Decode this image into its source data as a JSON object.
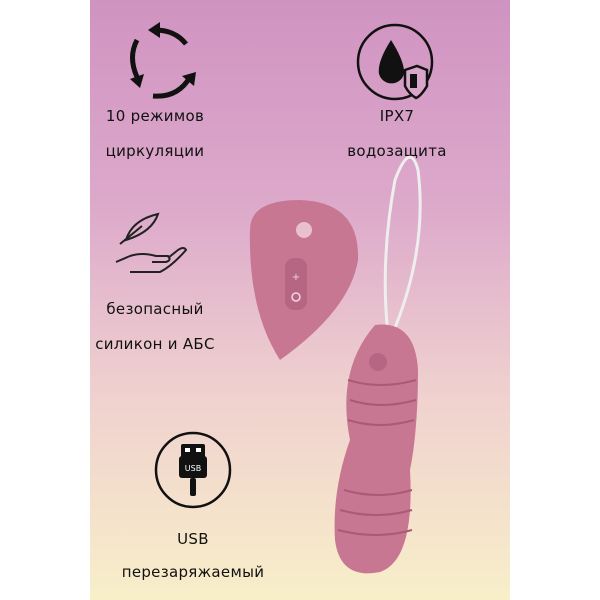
{
  "features": [
    {
      "icon": "cycle-arrows-icon",
      "line1": "10 режимов",
      "line2": "циркуляции"
    },
    {
      "icon": "water-drop-shield-icon",
      "line1": "IPX7",
      "line2": "водозащита"
    },
    {
      "icon": "feather-hand-icon",
      "line1": "безопасный",
      "line2": "силикон и АБС"
    },
    {
      "icon": "usb-icon",
      "line1": "USB",
      "line2": "перезаряжаемый",
      "icon_text": "USB"
    }
  ],
  "colors": {
    "product": "#c77792",
    "gradient_top": "#d093c1",
    "gradient_bottom": "#f8efc9"
  }
}
